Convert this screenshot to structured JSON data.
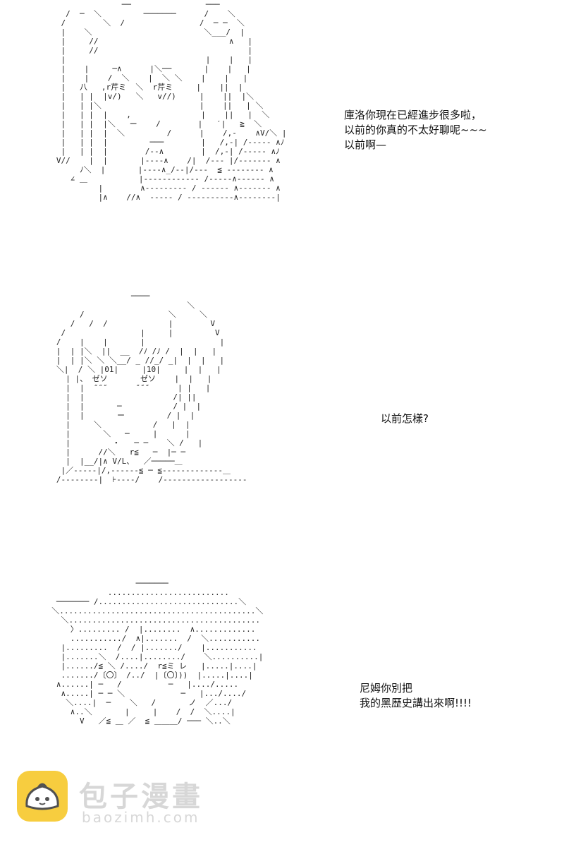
{
  "panels": [
    {
      "dialogue": [
        "庫洛你現在已經進步很多啦，",
        "以前的你真的不太好聊呢~~~",
        "以前啊—"
      ]
    },
    {
      "dialogue": [
        "以前怎樣?"
      ]
    },
    {
      "dialogue": [
        "尼姆你別把",
        "我的黑歷史講出來啊!!!!"
      ]
    }
  ],
  "watermark": {
    "title": "包子漫畫",
    "url": "baozimh.com",
    "badge_color": "#f6c51e"
  }
}
